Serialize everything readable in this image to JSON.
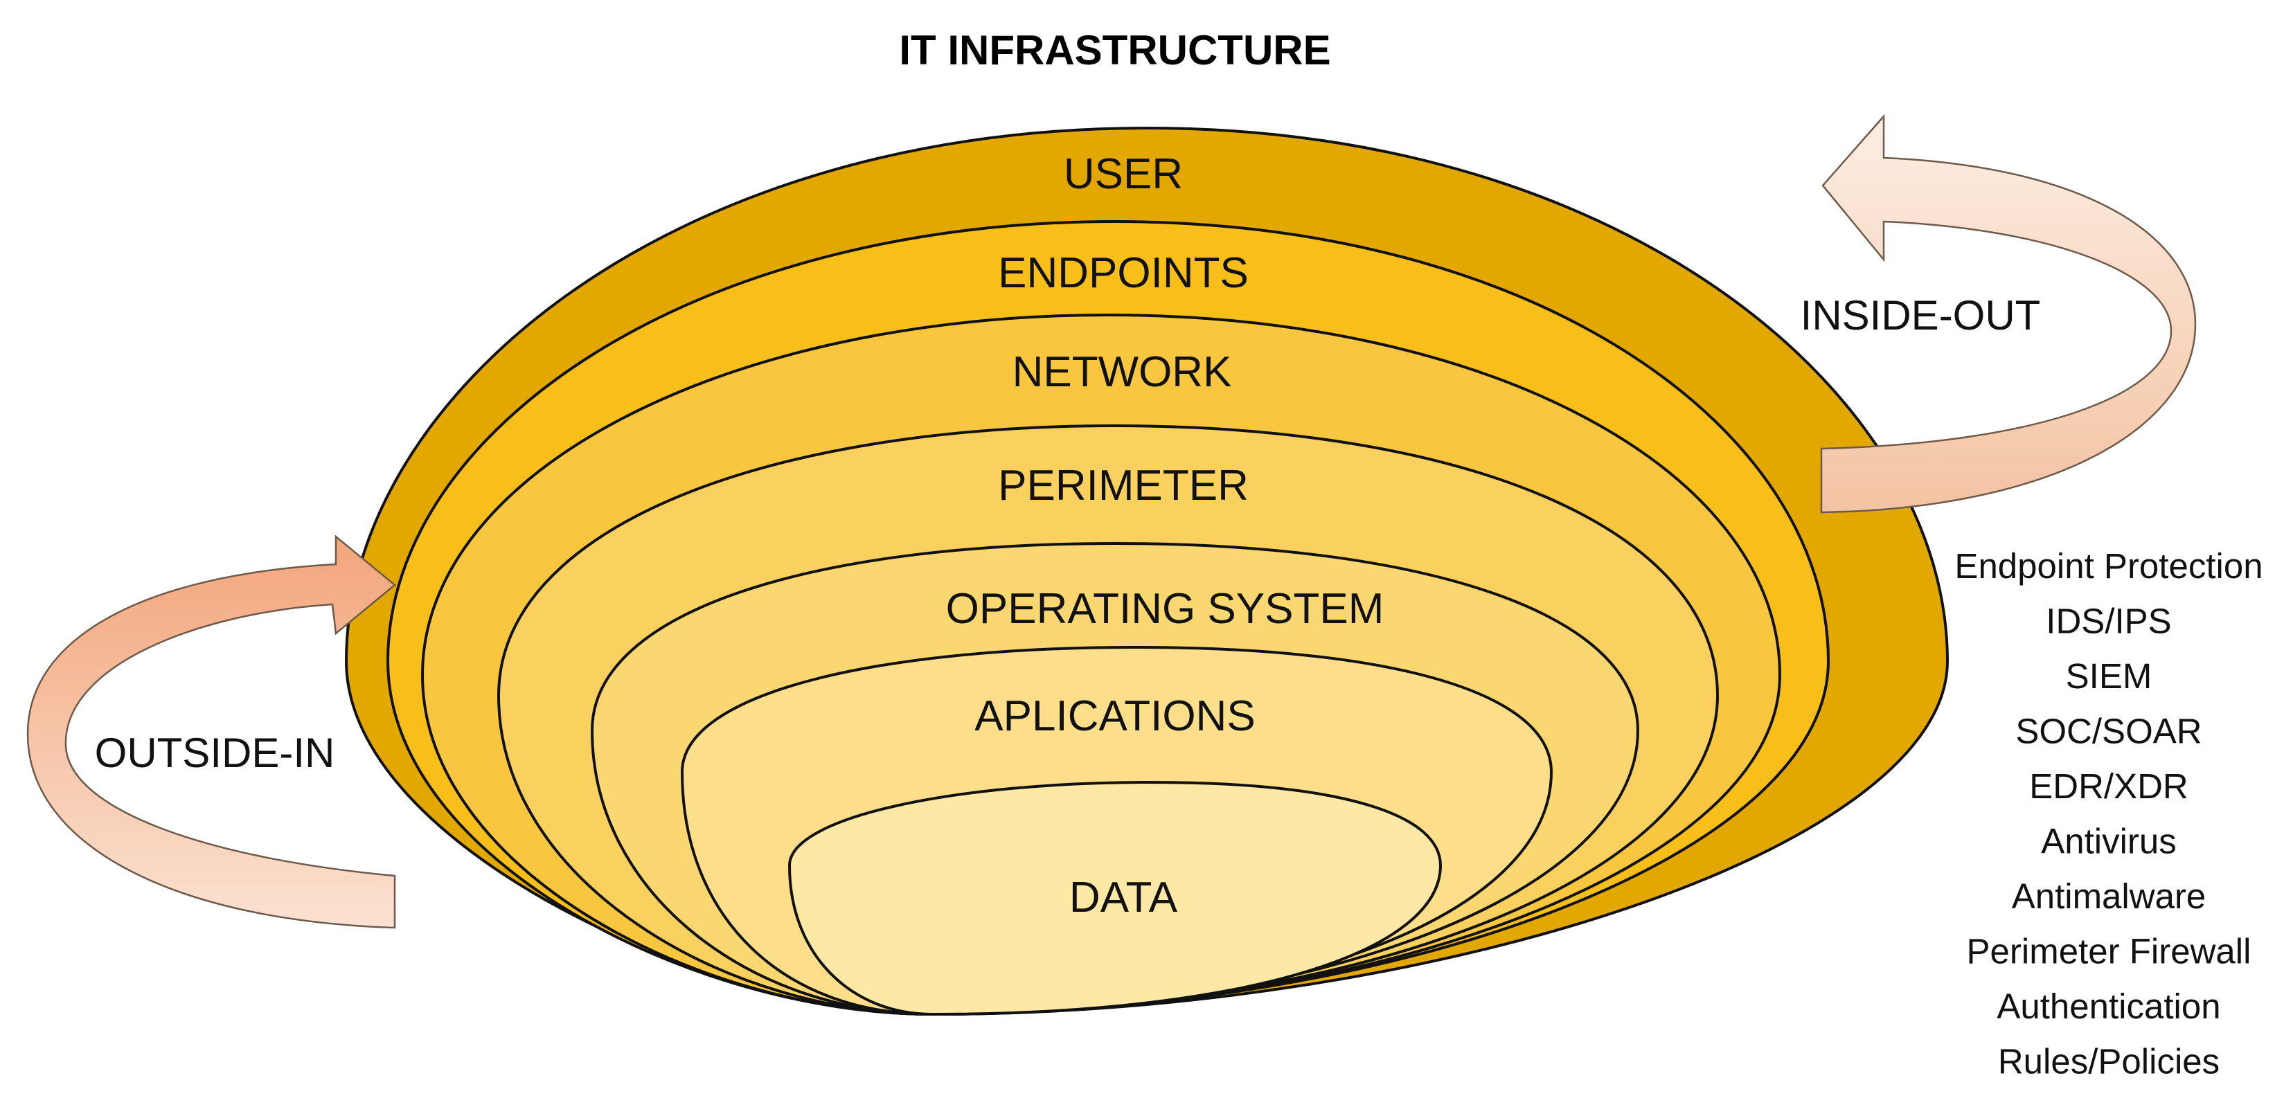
{
  "title": "IT INFRASTRUCTURE",
  "layers": [
    {
      "label": "USER",
      "color": "#e3a800"
    },
    {
      "label": "ENDPOINTS",
      "color": "#f8be1a"
    },
    {
      "label": "NETWORK",
      "color": "#f9c73f"
    },
    {
      "label": "PERIMETER",
      "color": "#fad05e"
    },
    {
      "label": "OPERATING SYSTEM",
      "color": "#fbd772"
    },
    {
      "label": "APLICATIONS",
      "color": "#fcde8b"
    },
    {
      "label": "DATA",
      "color": "#fde8a6"
    }
  ],
  "arrows": {
    "outside_in": {
      "label": "OUTSIDE-IN",
      "color": "#f5b48d"
    },
    "inside_out": {
      "label": "INSIDE-OUT",
      "color": "#f6c4a4"
    }
  },
  "tools": [
    "Endpoint Protection",
    "IDS/IPS",
    "SIEM",
    "SOC/SOAR",
    "EDR/XDR",
    "Antivirus",
    "Antimalware",
    "Perimeter Firewall",
    "Authentication",
    "Rules/Policies"
  ]
}
